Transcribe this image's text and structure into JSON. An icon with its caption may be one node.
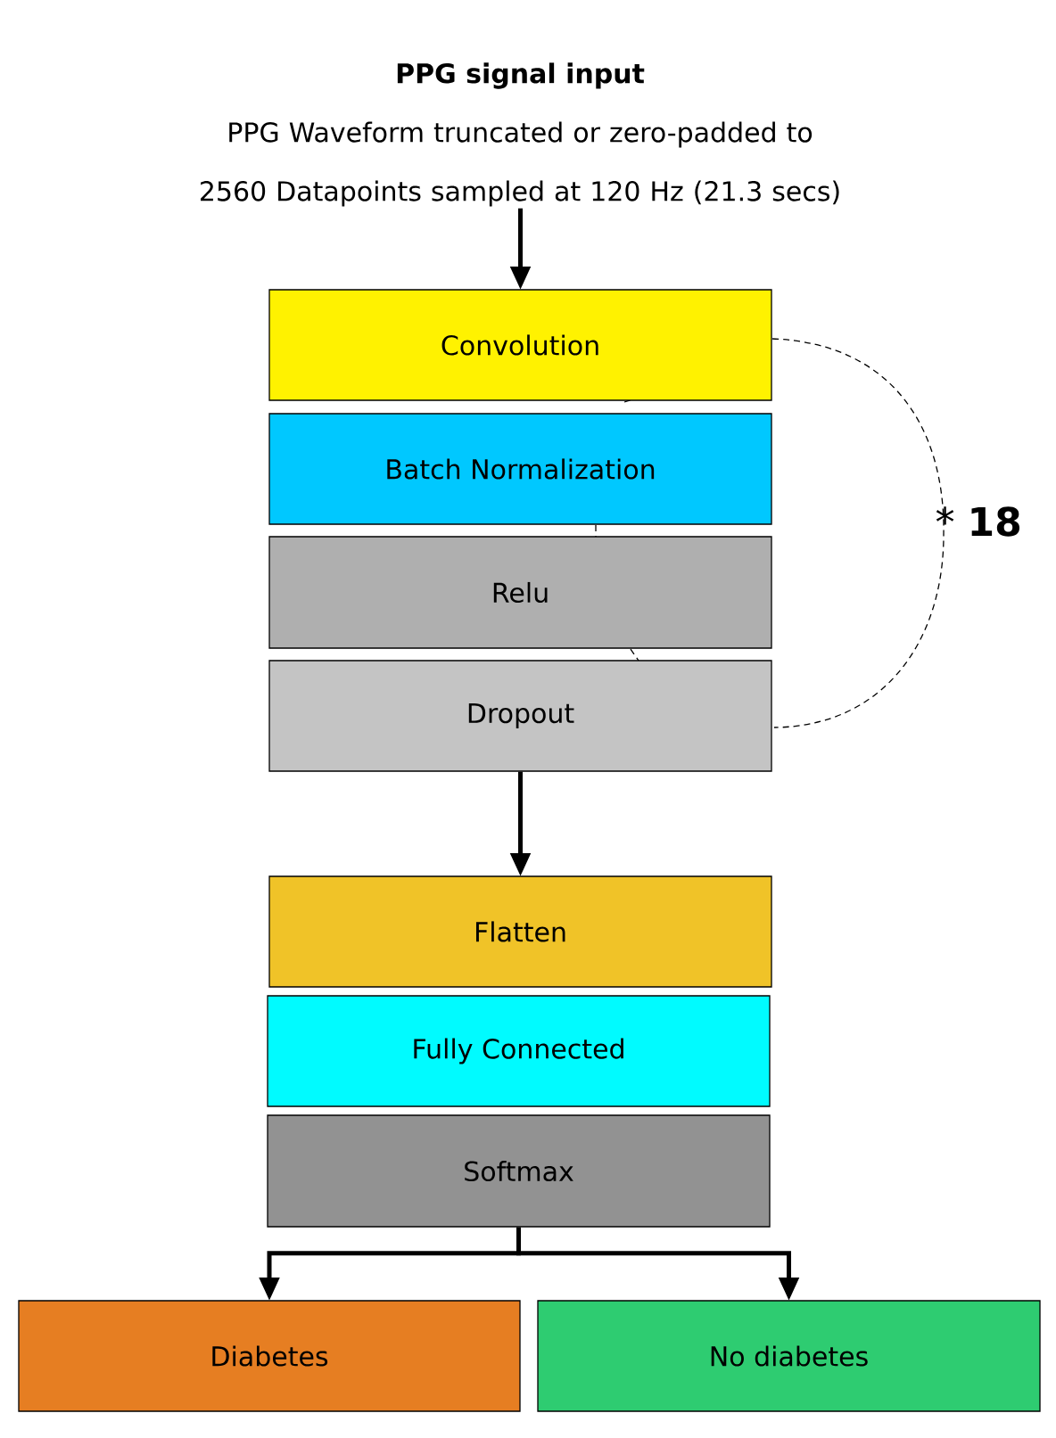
{
  "diagram": {
    "title": "PPG signal input",
    "nodes": [
      {
        "text": [
          "PPG Waveform truncated or zero-padded to 2560 Datapoints sampled at 120 Hz (21.3 secs)"
        ]
      },
      {
        "text": [
          "Convolution"
        ]
      },
      {
        "text": [
          "Batch Normalization"
        ]
      },
      {
        "text": [
          "Relu"
        ]
      },
      {
        "text": [
          "Dropout"
        ]
      },
      {
        "text": [
          "Flatten"
        ]
      },
      {
        "text": [
          "Fully Connected"
        ]
      },
      {
        "text": [
          "Softmax"
        ]
      },
      {
        "text": [
          "Diabetes"
        ]
      },
      {
        "text": [
          "No diabetes"
        ]
      }
    ],
    "edges": [
      {
        "from": 0,
        "to": 1,
        "arrow": "to"
      },
      {
        "from": 4,
        "to": 5,
        "arrow": "to"
      },
      {
        "from": 7,
        "to": 8,
        "arrow": "to"
      },
      {
        "from": 7,
        "to": 9,
        "arrow": "to"
      }
    ],
    "labels": [
      "* **18**"
    ]
  }
}
